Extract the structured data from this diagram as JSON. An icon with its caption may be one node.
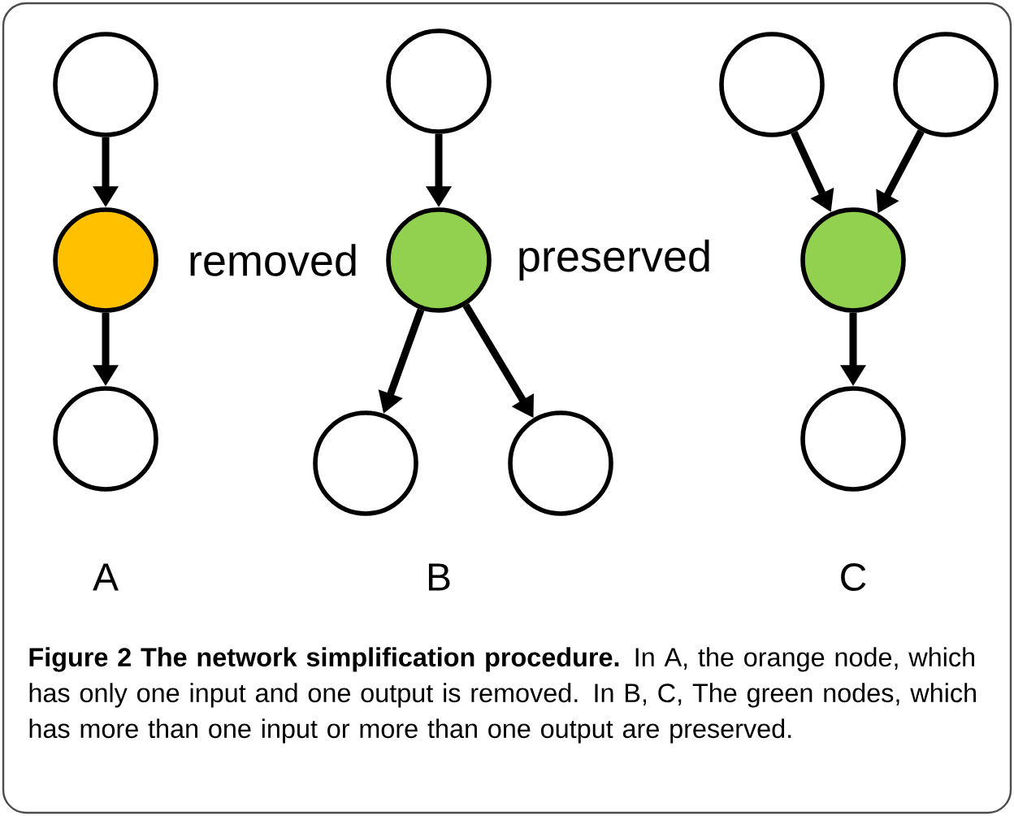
{
  "diagram": {
    "caption": "**Figure 2 The network simplification procedure.** In A, the orange node, which has only one input and one output is removed. In B, C, The green nodes, which has more than one input or more than one output are preserved.",
    "nodes": [
      {
        "text": [],
        "shape": "circle"
      },
      {
        "text": [],
        "shape": "circle",
        "beside": [
          "removed"
        ]
      },
      {
        "text": [],
        "shape": "circle"
      },
      {
        "text": [],
        "shape": "circle"
      },
      {
        "text": [],
        "shape": "circle",
        "beside": [
          "preserved"
        ]
      },
      {
        "text": [],
        "shape": "circle"
      },
      {
        "text": [],
        "shape": "circle"
      },
      {
        "text": [],
        "shape": "circle"
      },
      {
        "text": [],
        "shape": "circle"
      },
      {
        "text": [],
        "shape": "circle"
      },
      {
        "text": [],
        "shape": "circle"
      }
    ],
    "edges": [
      {
        "from": 0,
        "to": 1,
        "arrow": "to"
      },
      {
        "from": 1,
        "to": 2,
        "arrow": "to"
      },
      {
        "from": 3,
        "to": 4,
        "arrow": "to"
      },
      {
        "from": 4,
        "to": 5,
        "arrow": "to"
      },
      {
        "from": 4,
        "to": 6,
        "arrow": "to"
      },
      {
        "from": 7,
        "to": 9,
        "arrow": "to"
      },
      {
        "from": 8,
        "to": 9,
        "arrow": "to"
      },
      {
        "from": 9,
        "to": 10,
        "arrow": "to"
      }
    ],
    "labels": [
      "A",
      "B",
      "C"
    ]
  }
}
